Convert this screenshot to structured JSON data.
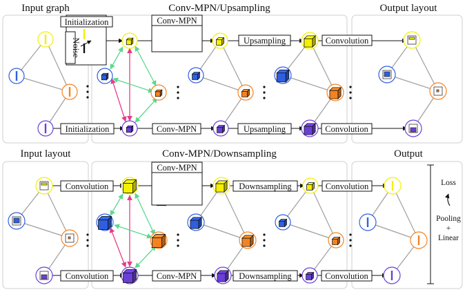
{
  "top": {
    "titles": {
      "input": "Input graph",
      "middle": "Conv-MPN/Upsampling",
      "output": "Output layout"
    },
    "boxes": {
      "init_top": "Initialization",
      "noise": "Noise",
      "convmpn_top": "Conv-MPN",
      "upsampling_top": "Upsampling",
      "convolution_top": "Convolution",
      "init_bottom": "Initialization",
      "convmpn_bottom": "Conv-MPN",
      "upsampling_bottom": "Upsampling",
      "convolution_bottom": "Convolution"
    }
  },
  "bottom": {
    "titles": {
      "input": "Input layout",
      "middle": "Conv-MPN/Downsampling",
      "output": "Output"
    },
    "boxes": {
      "conv_in_top": "Convolution",
      "convmpn_top": "Conv-MPN",
      "downsampling_top": "Downsampling",
      "convolution_top": "Convolution",
      "conv_in_bottom": "Convolution",
      "convmpn_bottom": "Conv-MPN",
      "downsampling_bottom": "Downsampling",
      "convolution_bottom": "Convolution"
    },
    "side": {
      "loss": "Loss",
      "pooling": "Pooling",
      "plus": "+",
      "linear": "Linear"
    }
  },
  "colors": {
    "yellow": "#f4f000",
    "blue": "#2f5fe0",
    "orange": "#f58220",
    "purple": "#6a3fd8",
    "green": "#5bd890",
    "pink": "#e83c86",
    "panel_border": "#cfcfcf"
  }
}
